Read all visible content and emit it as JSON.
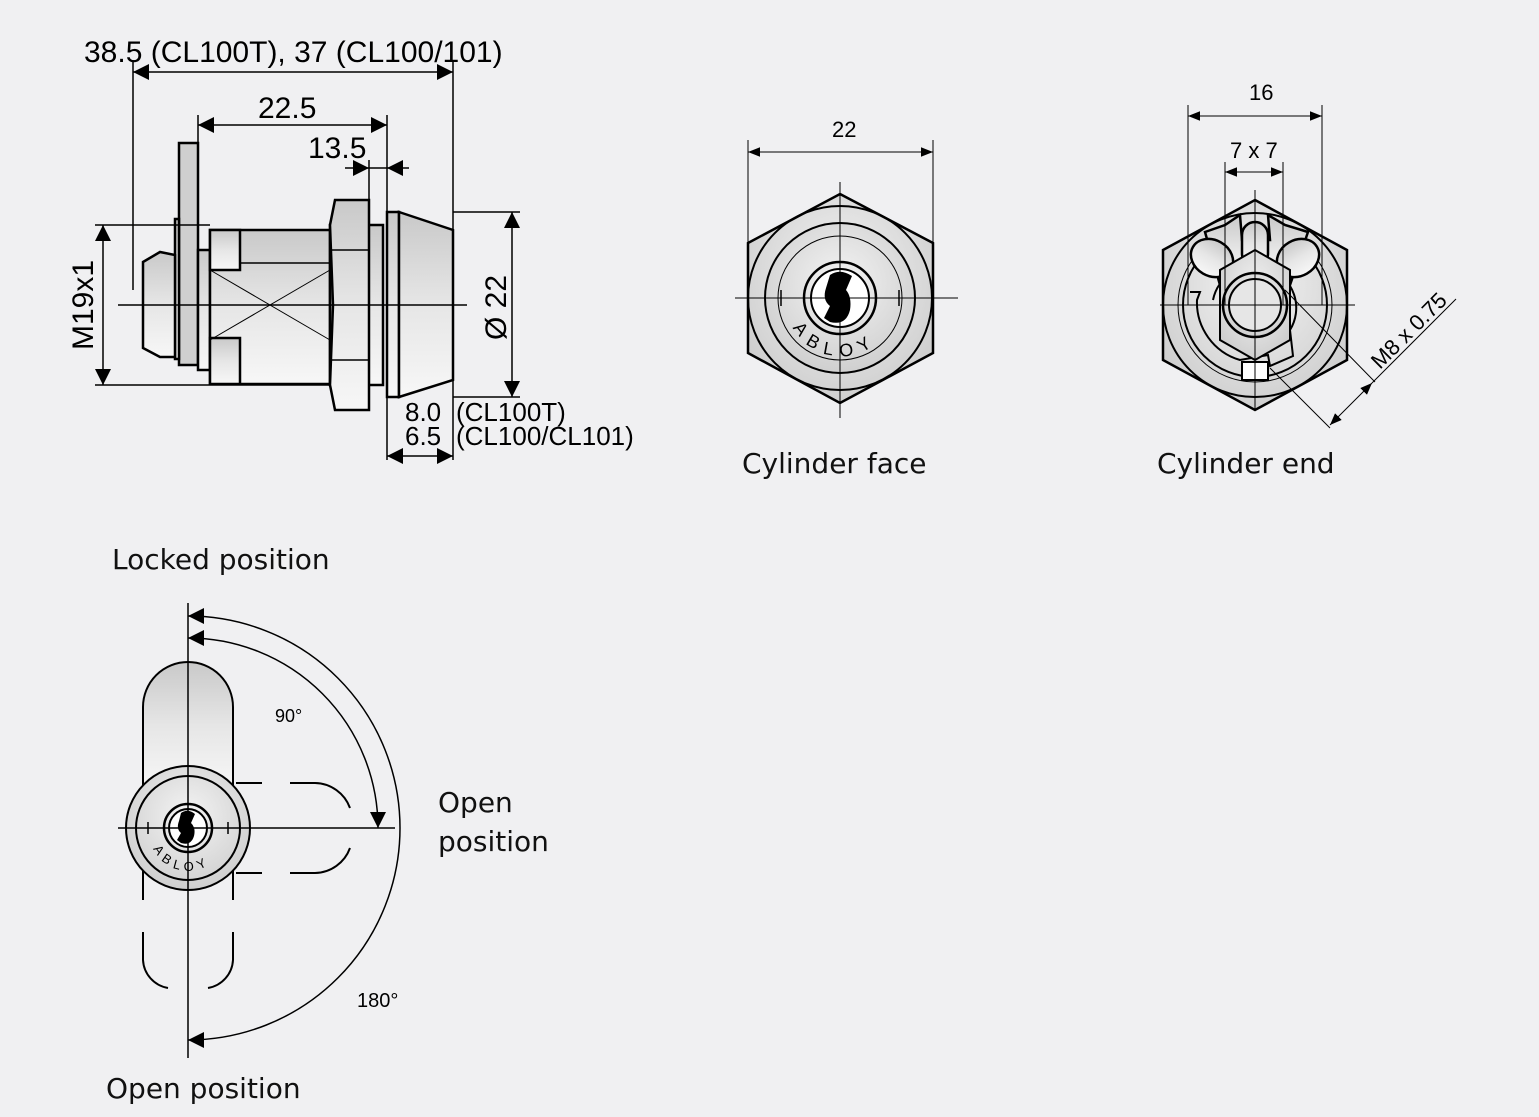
{
  "side_view": {
    "dim_overall": "38.5 (CL100T), 37 (CL100/101)",
    "dim_22_5": "22.5",
    "dim_13_5": "13.5",
    "dim_thread": "M19x1",
    "dim_diameter": "Ø 22",
    "dim_front_1": "8.0",
    "dim_front_1_note": "(CL100T)",
    "dim_front_2": "6.5",
    "dim_front_2_note": "(CL100/CL101)"
  },
  "cylinder_face": {
    "dim_width": "22",
    "brand_text": "ABLOY",
    "caption": "Cylinder face"
  },
  "cylinder_end": {
    "dim_width": "16",
    "dim_square": "7 x 7",
    "dim_thread": "M8 x 0.75",
    "caption": "Cylinder end"
  },
  "positions": {
    "locked_label": "Locked position",
    "open_right_line1": "Open",
    "open_right_line2": "position",
    "open_bottom_label": "Open position",
    "angle_90": "90°",
    "angle_180": "180°",
    "brand_text": "ABLOY"
  }
}
